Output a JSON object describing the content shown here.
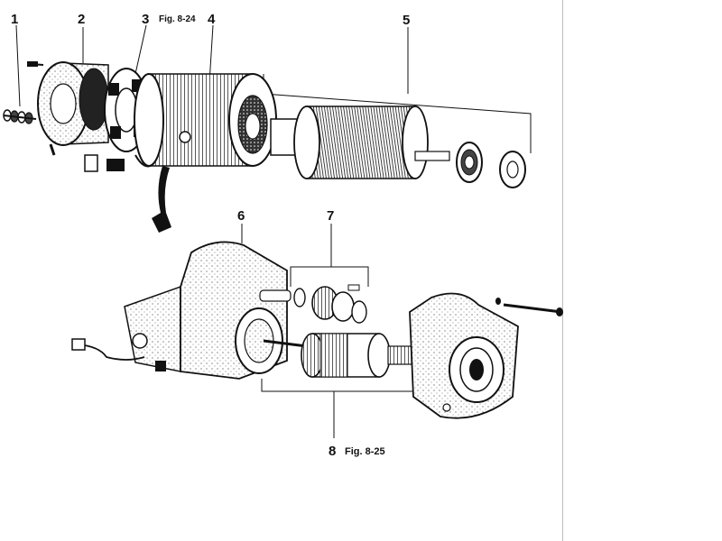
{
  "callouts": {
    "c1": "1",
    "c2": "2",
    "c3": "3",
    "c4": "4",
    "c5": "5",
    "c6": "6",
    "c7": "7",
    "c8": "8"
  },
  "figures": {
    "fig_top": "Fig. 8-24",
    "fig_bottom": "Fig. 8-25"
  },
  "colors": {
    "ink": "#111111",
    "paper": "#ffffff"
  }
}
